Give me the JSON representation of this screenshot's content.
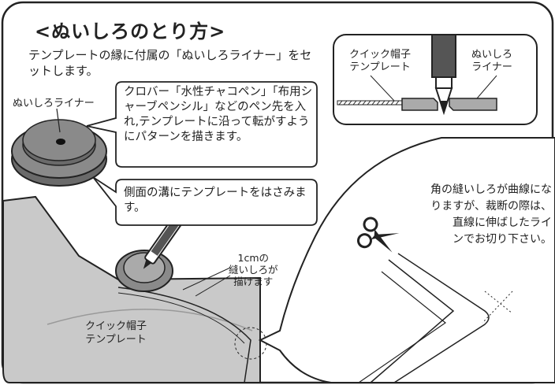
{
  "title": "<ぬいしろのとり方>",
  "intro": "テンプレートの縁に付属の「ぬいしろライナー」をセットします。",
  "labels": {
    "liner": "ぬいしろライナー",
    "inset_template": [
      "クイック帽子",
      "テンプレート"
    ],
    "inset_liner": [
      "ぬいしろ",
      "ライナー"
    ],
    "seam_allowance": [
      "1cmの",
      "縫いしろが",
      "描けます"
    ],
    "bottom_template": [
      "クイック帽子",
      "テンプレート"
    ]
  },
  "callouts": {
    "pen_instruction": "クロバー「水性チャコペン」「布用シャーブペンシル」などのペン先を入れ,テンプレートに沿って転がすようにパターンを描きます。",
    "groove_instruction": "側面の溝にテンプレートをはさみます。",
    "corner_note": [
      "角の縫いしろが曲線にな",
      "りますが、裁断の際は、",
      "直線に伸ばしたライ",
      "ンでお切り下さい。"
    ]
  },
  "icons": [
    "scissors-icon",
    "pen-icon",
    "seam-liner-disc-icon"
  ],
  "colors": {
    "outline": "#222222",
    "template_fill": "#c9c9c9",
    "disc_dark": "#6a6a6a",
    "disc_mid": "#8a8a8a",
    "disc_light": "#aaaaaa"
  }
}
